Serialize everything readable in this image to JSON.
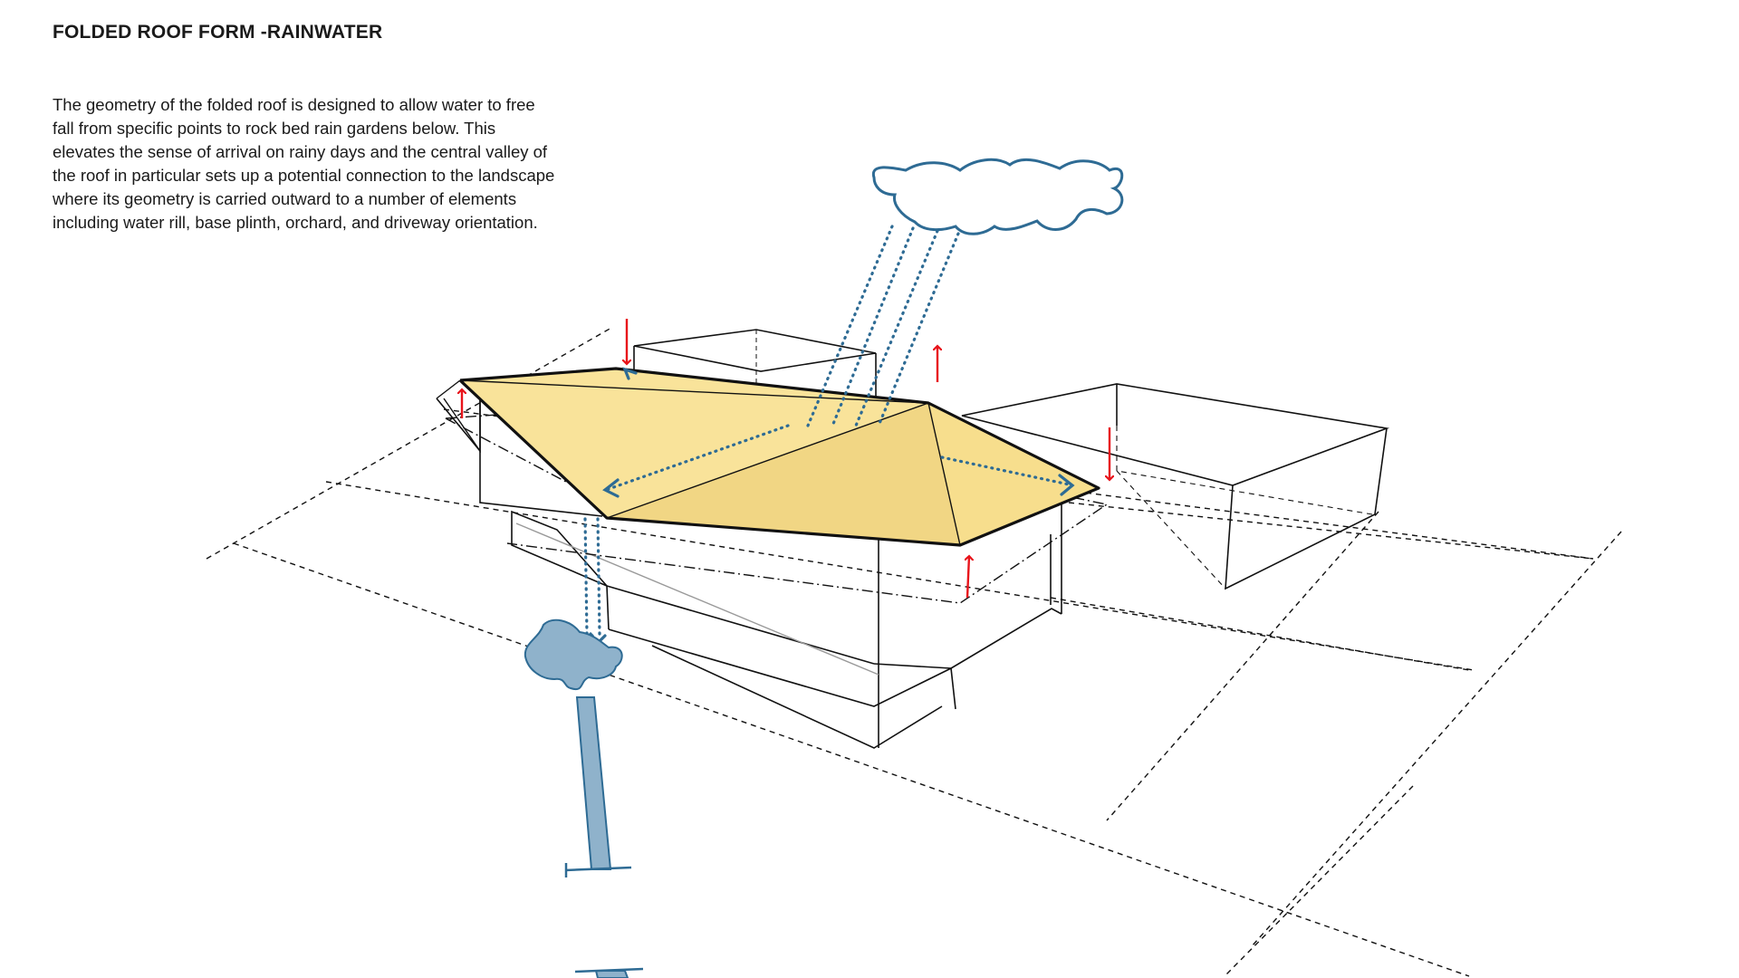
{
  "heading": {
    "title": "FOLDED ROOF FORM -RAINWATER"
  },
  "description": {
    "text": "The geometry of the folded roof is designed to allow water to free fall from specific points to rock bed rain gardens below. This elevates the sense of arrival on rainy days and the central valley of the roof  in particular sets up a potential connection to the landscape  where its geometry is carried outward to a number of elements including water rill, base plinth, orchard, and driveway orientation."
  },
  "colors": {
    "roof_fill": "#f7dd8a",
    "water_blue": "#2e6b94",
    "rain_garden_fill": "#8fb2cb",
    "flow_arrow_red": "#e8141b",
    "outline": "#111111"
  },
  "icons": {
    "cloud": "cloud-icon",
    "rain": "rain-lines",
    "flow_arrows": "red-arrow-icon"
  }
}
